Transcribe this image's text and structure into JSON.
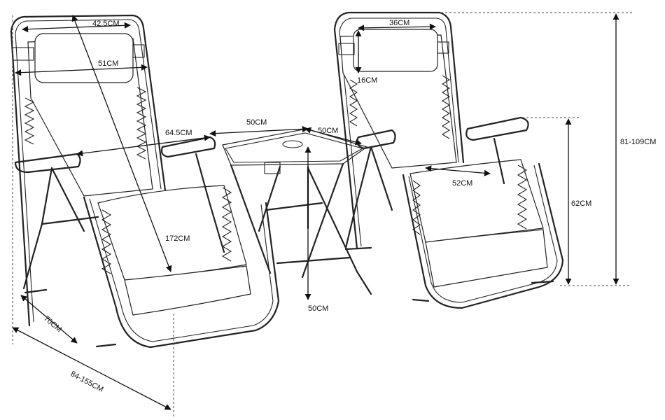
{
  "dimensions": {
    "chair_headrest_width": "42.5CM",
    "chair_back_width": "51CM",
    "chair_seat_length": "172CM",
    "chair_armrest_span": "64.5CM",
    "chair_depth": "70CM",
    "chair_length_range": "84-155CM",
    "table_length": "50CM",
    "table_width": "50CM",
    "table_height": "50CM",
    "pillow_width": "36CM",
    "pillow_height": "16CM",
    "seat_width": "52CM",
    "armrest_height": "62CM",
    "total_height_range": "81-109CM"
  },
  "colors": {
    "stroke": "#222222",
    "background": "#ffffff"
  }
}
